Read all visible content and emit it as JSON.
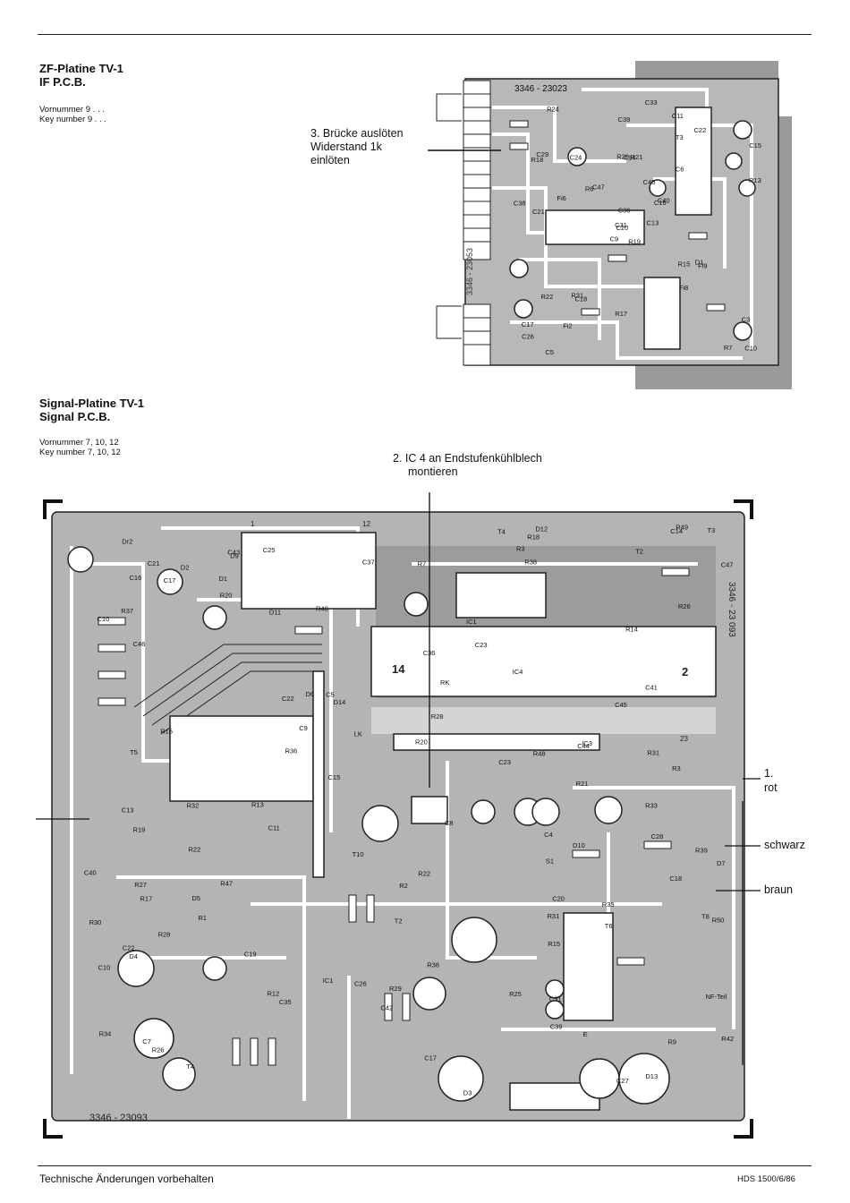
{
  "header": {
    "rule": true
  },
  "if_board": {
    "title_de": "ZF-Platine TV-1",
    "title_en": "IF P.C.B.",
    "key_de": "Vornummer 9 . . .",
    "key_en": "Key number 9 . . .",
    "note_line1": "3. Brücke auslöten",
    "note_line2": "Widerstand 1k",
    "note_line3": "einlöten",
    "board_code": "3346 - 23023",
    "side_code": "3346 - 23053",
    "components": [
      "R19",
      "R18",
      "C20",
      "C17",
      "C16",
      "C18",
      "C11",
      "R21",
      "T3",
      "C13",
      "R24",
      "C10",
      "C21",
      "C15",
      "C9",
      "C6",
      "C5",
      "R26",
      "C45",
      "R22",
      "C47",
      "C26",
      "Fi2",
      "C14",
      "C40",
      "Fi9",
      "C29",
      "C39",
      "C38",
      "R15",
      "R13",
      "C31",
      "R17",
      "C36",
      "C24",
      "C22",
      "R31",
      "R7",
      "C3",
      "D1",
      "C33",
      "R6",
      "Fi6",
      "Fi8"
    ]
  },
  "signal_board": {
    "title_de": "Signal-Platine TV-1",
    "title_en": "Signal P.C.B.",
    "key_de": "Vornummer 7, 10, 12",
    "key_en": "Key number 7, 10, 12",
    "note_line1": "2. IC 4 an Endstufenkühlblech",
    "note_line2": "montieren",
    "board_code": "3346 - 23093",
    "right_code": "3346 - 23 093",
    "labels": {
      "one": "1.",
      "rot": "rot",
      "schwarz": "schwarz",
      "braun": "braun"
    },
    "components": [
      "S1",
      "C28",
      "C7",
      "D9",
      "D14",
      "E",
      "D4",
      "R38",
      "C22",
      "D3",
      "R37",
      "C13",
      "C16",
      "R9",
      "IC1",
      "R3",
      "R2",
      "C8",
      "C5",
      "R1",
      "T3",
      "T2",
      "R36",
      "C18",
      "T4",
      "D1",
      "C20",
      "R19",
      "R20",
      "R21",
      "C17",
      "R25",
      "C9",
      "C11",
      "R33",
      "T6",
      "R31",
      "R32",
      "R29",
      "R28",
      "R26",
      "D12",
      "D13",
      "C26",
      "R35",
      "C19",
      "C10",
      "C21",
      "C23",
      "T5",
      "D7",
      "D6",
      "C14",
      "C4",
      "R15",
      "C27",
      "IC4",
      "Dr2",
      "R22",
      "D2",
      "D10",
      "D11",
      "R28",
      "R27",
      "R7",
      "R16",
      "T10",
      "D5",
      "R13",
      "C22",
      "C23",
      "C25",
      "C15",
      "C17",
      "R20",
      "R18",
      "R17",
      "R12",
      "C35",
      "R14",
      "T8",
      "IC1",
      "R3",
      "C45",
      "R31",
      "R39",
      "C43",
      "C42",
      "C47",
      "C36",
      "C31",
      "R26",
      "C10",
      "R50",
      "R48",
      "C46",
      "R38",
      "R34",
      "R30",
      "C44",
      "T2",
      "T4",
      "R42",
      "R40",
      "C41",
      "R22",
      "C40",
      "C37",
      "C39",
      "IC3",
      "R47",
      "R49",
      "NF-Teil",
      "RK",
      "LK"
    ],
    "ic_pin_marks": {
      "pin14": "14",
      "pin2": "2",
      "pin1": "1",
      "pin12": "12",
      "pin23": "23"
    }
  },
  "footer": {
    "left": "Technische Änderungen vorbehalten",
    "right": "HDS 1500/6/86"
  }
}
